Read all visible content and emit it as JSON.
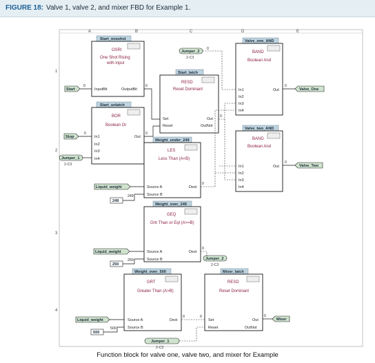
{
  "figure": {
    "label": "FIGURE 18:",
    "title": "Valve 1, valve 2, and mixer FBD for Example 1.",
    "caption": "Function block for valve one, valve two, and mixer for Example"
  },
  "grid": {
    "columns": [
      "A",
      "B",
      "C",
      "D",
      "E"
    ],
    "rows": [
      "1",
      "2",
      "3",
      "4"
    ]
  },
  "blocks": [
    {
      "id": "start_oneshot",
      "name": "Start_oneshot",
      "type": "OSRI",
      "desc": "One Shot Rising\nwith input",
      "inputs": [
        "InputBit"
      ],
      "outputs": [
        "OutputBit"
      ]
    },
    {
      "id": "start_unlatch",
      "name": "Start_unlatch",
      "type": "BOR",
      "desc": "Boolean Or",
      "inputs": [
        "In1",
        "In2",
        "In3",
        "In4"
      ],
      "outputs": [
        "Out"
      ]
    },
    {
      "id": "start_latch",
      "name": "Start_latch",
      "type": "RESD",
      "desc": "Reset Dominant",
      "inputs": [
        "Set",
        "Reset"
      ],
      "outputs": [
        "Out",
        "OutNot"
      ]
    },
    {
      "id": "valve_one_and",
      "name": "Valve_one_AND",
      "type": "BAND",
      "desc": "Boolean And",
      "inputs": [
        "In1",
        "In2",
        "In3",
        "In4"
      ],
      "outputs": [
        "Out"
      ]
    },
    {
      "id": "valve_two_and",
      "name": "Valve_two_AND",
      "type": "BAND",
      "desc": "Boolean And",
      "inputs": [
        "In1",
        "In2",
        "In3",
        "In4"
      ],
      "outputs": [
        "Out"
      ]
    },
    {
      "id": "weight_under_249",
      "name": "Weight_under_249",
      "type": "LES",
      "desc": "Less Than (A<B)",
      "inputs": [
        "Source A",
        "Source B"
      ],
      "outputs": [
        "Dest"
      ]
    },
    {
      "id": "weight_over_249",
      "name": "Weight_over_249",
      "type": "GEQ",
      "desc": "Grtr Than or Eql (A>=B)",
      "inputs": [
        "Source A",
        "Source B"
      ],
      "outputs": [
        "Dest"
      ]
    },
    {
      "id": "weight_over_500",
      "name": "Weight_over_500",
      "type": "GRT",
      "desc": "Greater Than (A>B)",
      "inputs": [
        "Source A",
        "Source B"
      ],
      "outputs": [
        "Dest"
      ]
    },
    {
      "id": "mixer_latch",
      "name": "Mixer_latch",
      "type": "RESD",
      "desc": "Reset Dominant",
      "inputs": [
        "Set",
        "Reset"
      ],
      "outputs": [
        "Out",
        "OutNot"
      ]
    }
  ],
  "tags": {
    "start": "Start",
    "stop": "Stop",
    "jumper1": "Jumper_1",
    "jumper2": "Jumper_2",
    "jumper2_b": "Jumper_2",
    "jumper1_b": "Jumper_1",
    "liquid1": "Liquid_weight",
    "liquid2": "Liquid_weight",
    "liquid3": "Liquid_weight",
    "valve_one": "Valve_One",
    "valve_two": "Valve_Two",
    "mixer": "Mixer"
  },
  "refs": {
    "r1": "2-C3",
    "r2": "2-C3",
    "r3": "2-C3",
    "r4": "2-C3"
  },
  "consts": {
    "c1": "249",
    "c2": "250",
    "c3": "500",
    "v1": "249",
    "v2": "250",
    "v3": "500"
  },
  "pinvals": {
    "z": "0"
  }
}
